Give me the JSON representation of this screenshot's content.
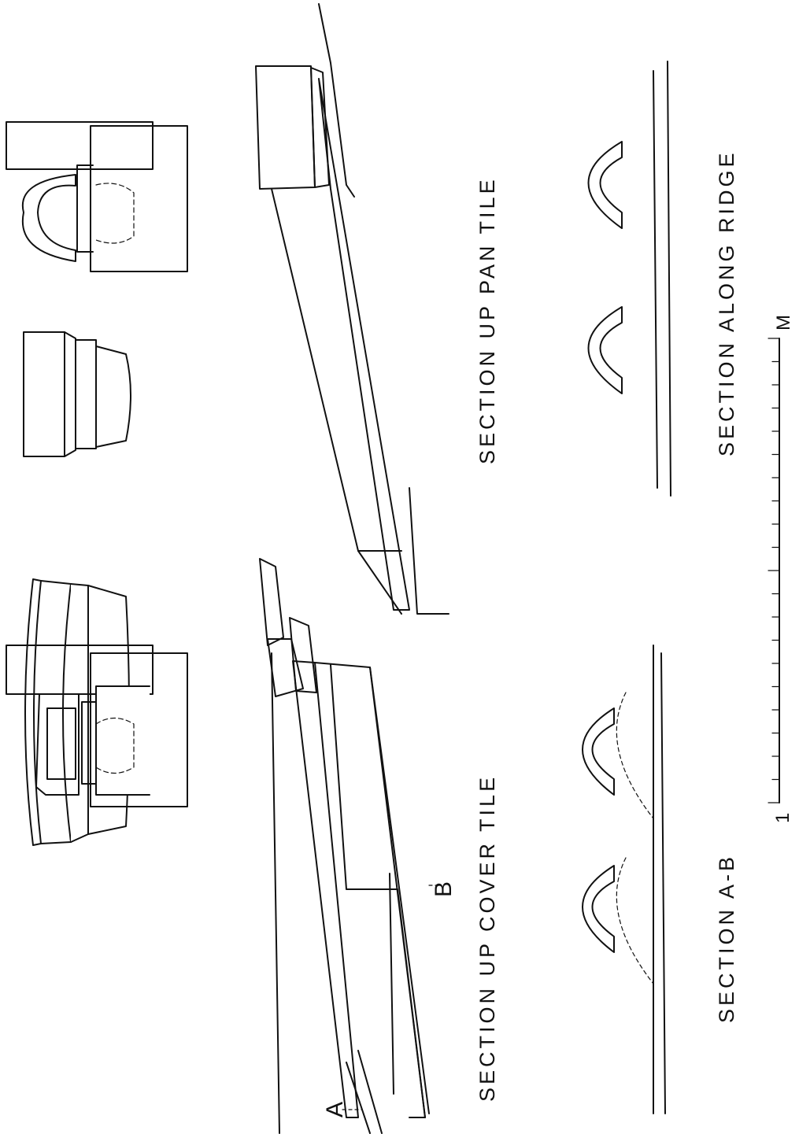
{
  "labels": {
    "section_up_cover_tile": "SECTION UP COVER TILE",
    "section_up_pan_tile": "SECTION UP PAN TILE",
    "section_a_b": "SECTION A-B",
    "section_along_ridge": "SECTION ALONG RIDGE"
  },
  "markers": {
    "a": "A",
    "b": "B"
  },
  "scale": {
    "start_label": "1",
    "end_label": "M"
  }
}
